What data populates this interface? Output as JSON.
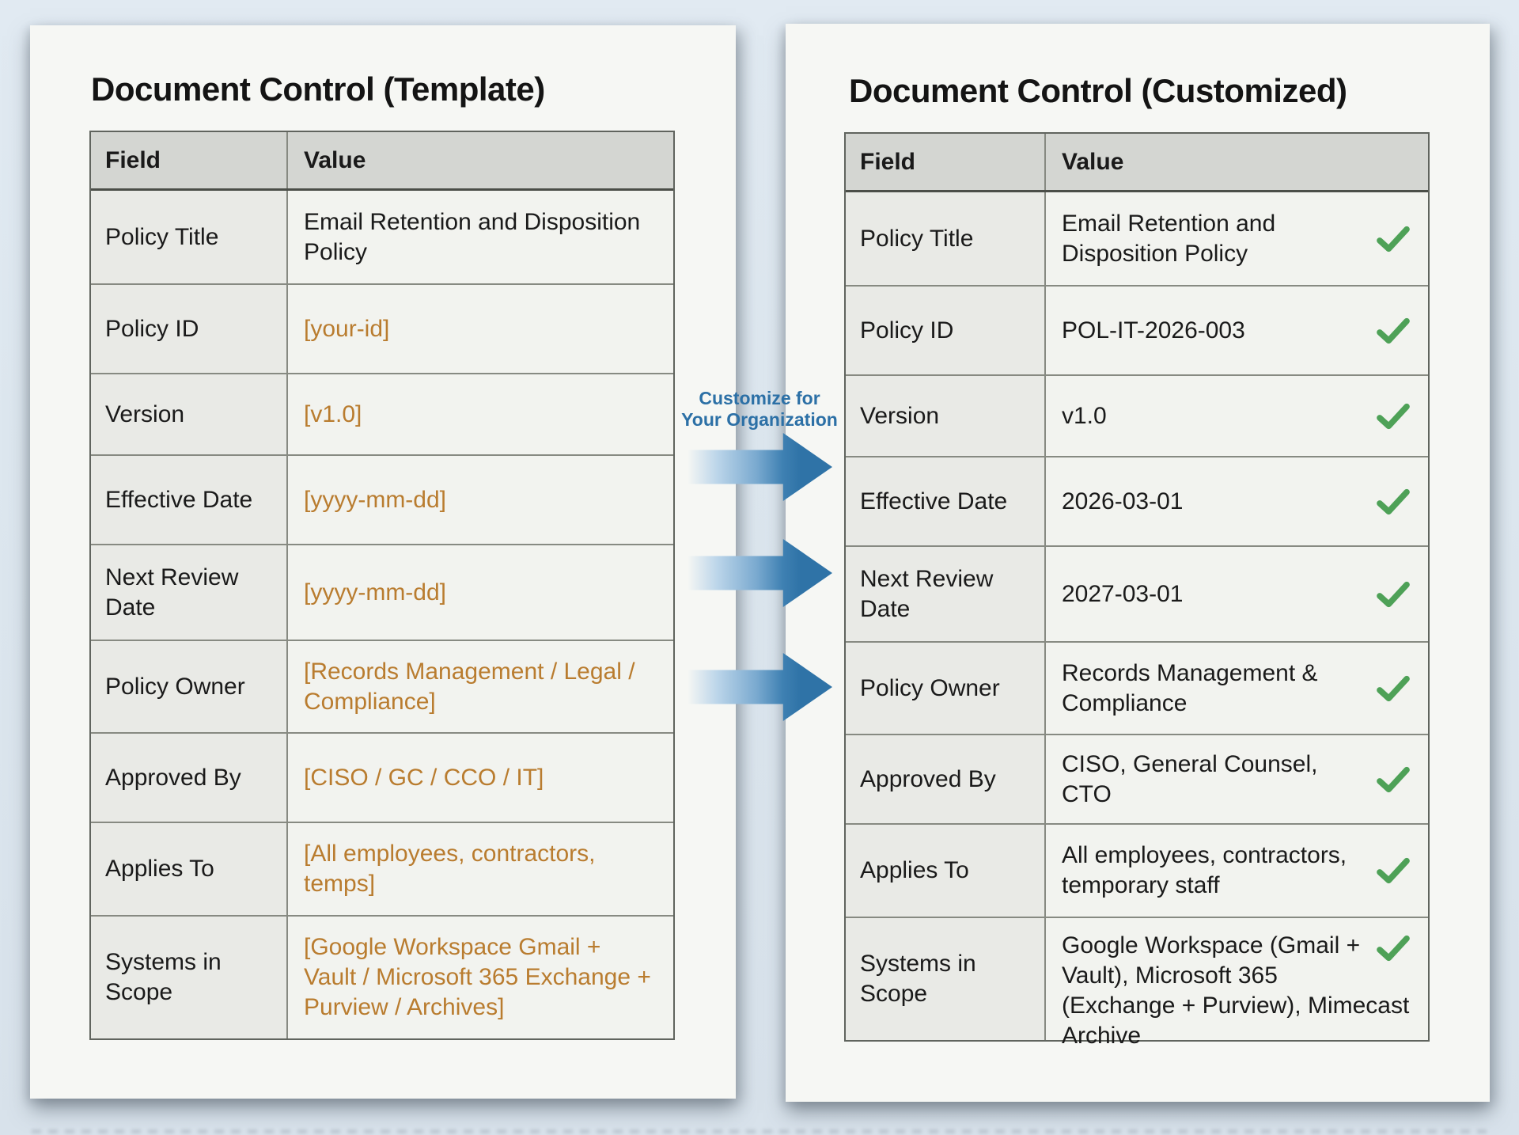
{
  "left_panel": {
    "title": "Document Control (Template)",
    "table": {
      "headers": [
        "Field",
        "Value"
      ],
      "rows": [
        {
          "field": "Policy Title",
          "value": "Email Retention and Disposition Policy",
          "placeholder": false,
          "checked": false
        },
        {
          "field": "Policy ID",
          "value": "[your-id]",
          "placeholder": true,
          "checked": false
        },
        {
          "field": "Version",
          "value": "[v1.0]",
          "placeholder": true,
          "checked": false
        },
        {
          "field": "Effective Date",
          "value": "[yyyy-mm-dd]",
          "placeholder": true,
          "checked": false
        },
        {
          "field": "Next Review Date",
          "value": "[yyyy-mm-dd]",
          "placeholder": true,
          "checked": false
        },
        {
          "field": "Policy Owner",
          "value": "[Records Management / Legal / Compliance]",
          "placeholder": true,
          "checked": false
        },
        {
          "field": "Approved By",
          "value": "[CISO / GC / CCO / IT]",
          "placeholder": true,
          "checked": false
        },
        {
          "field": "Applies To",
          "value": "[All employees, contractors, temps]",
          "placeholder": true,
          "checked": false
        },
        {
          "field": "Systems in Scope",
          "value": "[Google Workspace Gmail + Vault / Microsoft 365 Exchange + Purview / Archives]",
          "placeholder": true,
          "checked": false
        }
      ]
    }
  },
  "right_panel": {
    "title": "Document Control (Customized)",
    "table": {
      "headers": [
        "Field",
        "Value"
      ],
      "rows": [
        {
          "field": "Policy Title",
          "value": "Email Retention and Disposition Policy",
          "checked": true
        },
        {
          "field": "Policy ID",
          "value": "POL-IT-2026-003",
          "checked": true
        },
        {
          "field": "Version",
          "value": "v1.0",
          "checked": true
        },
        {
          "field": "Effective Date",
          "value": "2026-03-01",
          "checked": true
        },
        {
          "field": "Next Review Date",
          "value": "2027-03-01",
          "checked": true
        },
        {
          "field": "Policy Owner",
          "value": "Records Management & Compliance",
          "checked": true
        },
        {
          "field": "Approved By",
          "value": "CISO, General Counsel, CTO",
          "checked": true
        },
        {
          "field": "Applies To",
          "value": "All employees, contractors, temporary staff",
          "checked": true
        },
        {
          "field": "Systems in Scope",
          "value": "Google Workspace (Gmail + Vault), Microsoft 365 (Exchange + Purview), Mimecast Archive",
          "checked": true,
          "check_top": true
        }
      ]
    }
  },
  "connector": {
    "line1": "Customize for",
    "line2": "Your Organization"
  },
  "icons": {
    "check_icon": "✓",
    "arrow_icon": "→"
  },
  "colors": {
    "accent_blue": "#2e72a7",
    "placeholder_orange": "#b97c2f",
    "check_green": "#4ea157",
    "paper": "#f6f7f4",
    "header_gray": "#d4d6d2",
    "field_gray": "#e9eae6",
    "value_gray": "#f2f3ef",
    "page_background": "#dde7ef"
  }
}
